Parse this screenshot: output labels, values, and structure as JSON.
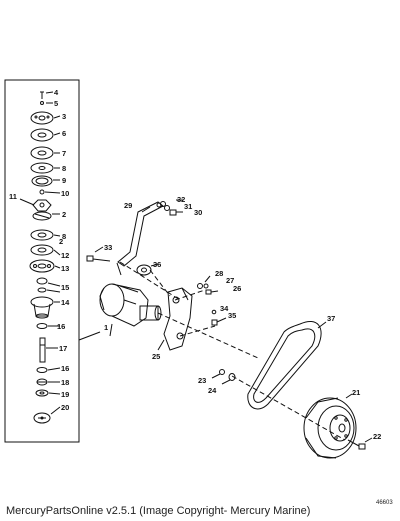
{
  "callouts": {
    "c1": "1",
    "c2a": "2",
    "c2b": "2",
    "c3": "3",
    "c4": "4",
    "c5": "5",
    "c6": "6",
    "c7": "7",
    "c8a": "8",
    "c8b": "8",
    "c9": "9",
    "c10": "10",
    "c11": "11",
    "c12": "12",
    "c13": "13",
    "c14": "14",
    "c15": "15",
    "c16a": "16",
    "c16b": "16",
    "c17": "17",
    "c18": "18",
    "c19": "19",
    "c20": "20",
    "c21": "21",
    "c22": "22",
    "c23": "23",
    "c24": "24",
    "c25": "25",
    "c26": "26",
    "c27": "27",
    "c28": "28",
    "c29": "29",
    "c30": "30",
    "c31": "31",
    "c32": "32",
    "c33": "33",
    "c34": "34",
    "c35": "35",
    "c36": "36",
    "c37": "37"
  },
  "figure_number": "46603",
  "footer": "MercuryPartsOnline v2.5.1 (Image Copyright- Mercury Marine)"
}
